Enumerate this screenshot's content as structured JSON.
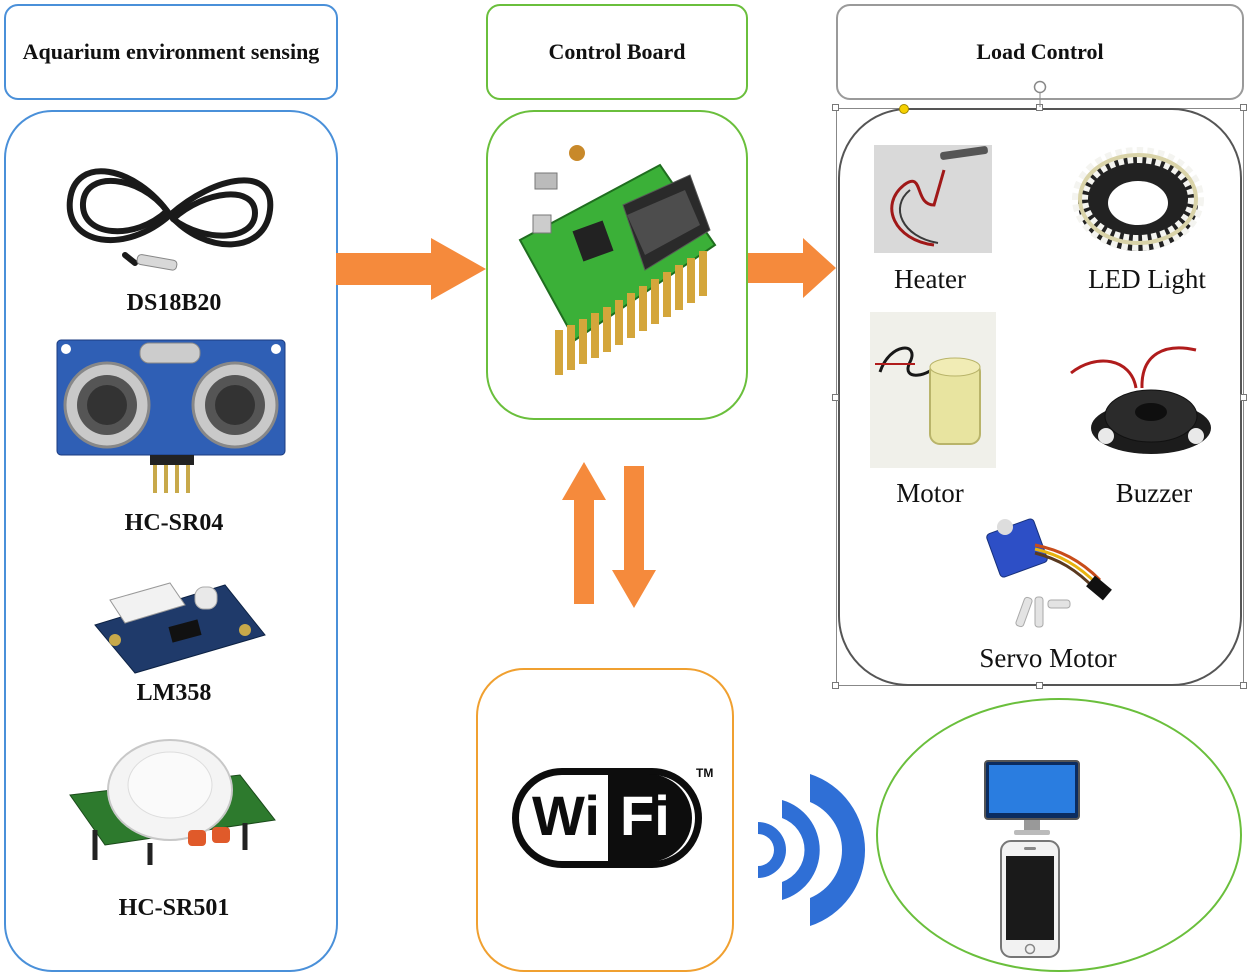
{
  "headers": {
    "sensing": "Aquarium environment sensing",
    "control": "Control Board",
    "load": "Load Control"
  },
  "sensors": [
    "DS18B20",
    "HC-SR04",
    "LM358",
    "HC-SR501"
  ],
  "loads": {
    "heater": "Heater",
    "led_light": "LED Light",
    "motor": "Motor",
    "buzzer": "Buzzer",
    "servo": "Servo Motor"
  },
  "wifi": {
    "logo_left": "Wi",
    "logo_right": "Fi",
    "trademark": "TM"
  },
  "colors": {
    "sensing_border": "#4a90d9",
    "control_border": "#6abf3c",
    "wifi_border": "#f0a030",
    "device_border": "#6abf3c",
    "arrow": "#f58a3c",
    "signal": "#2f6fd6",
    "load_border": "#555555"
  }
}
